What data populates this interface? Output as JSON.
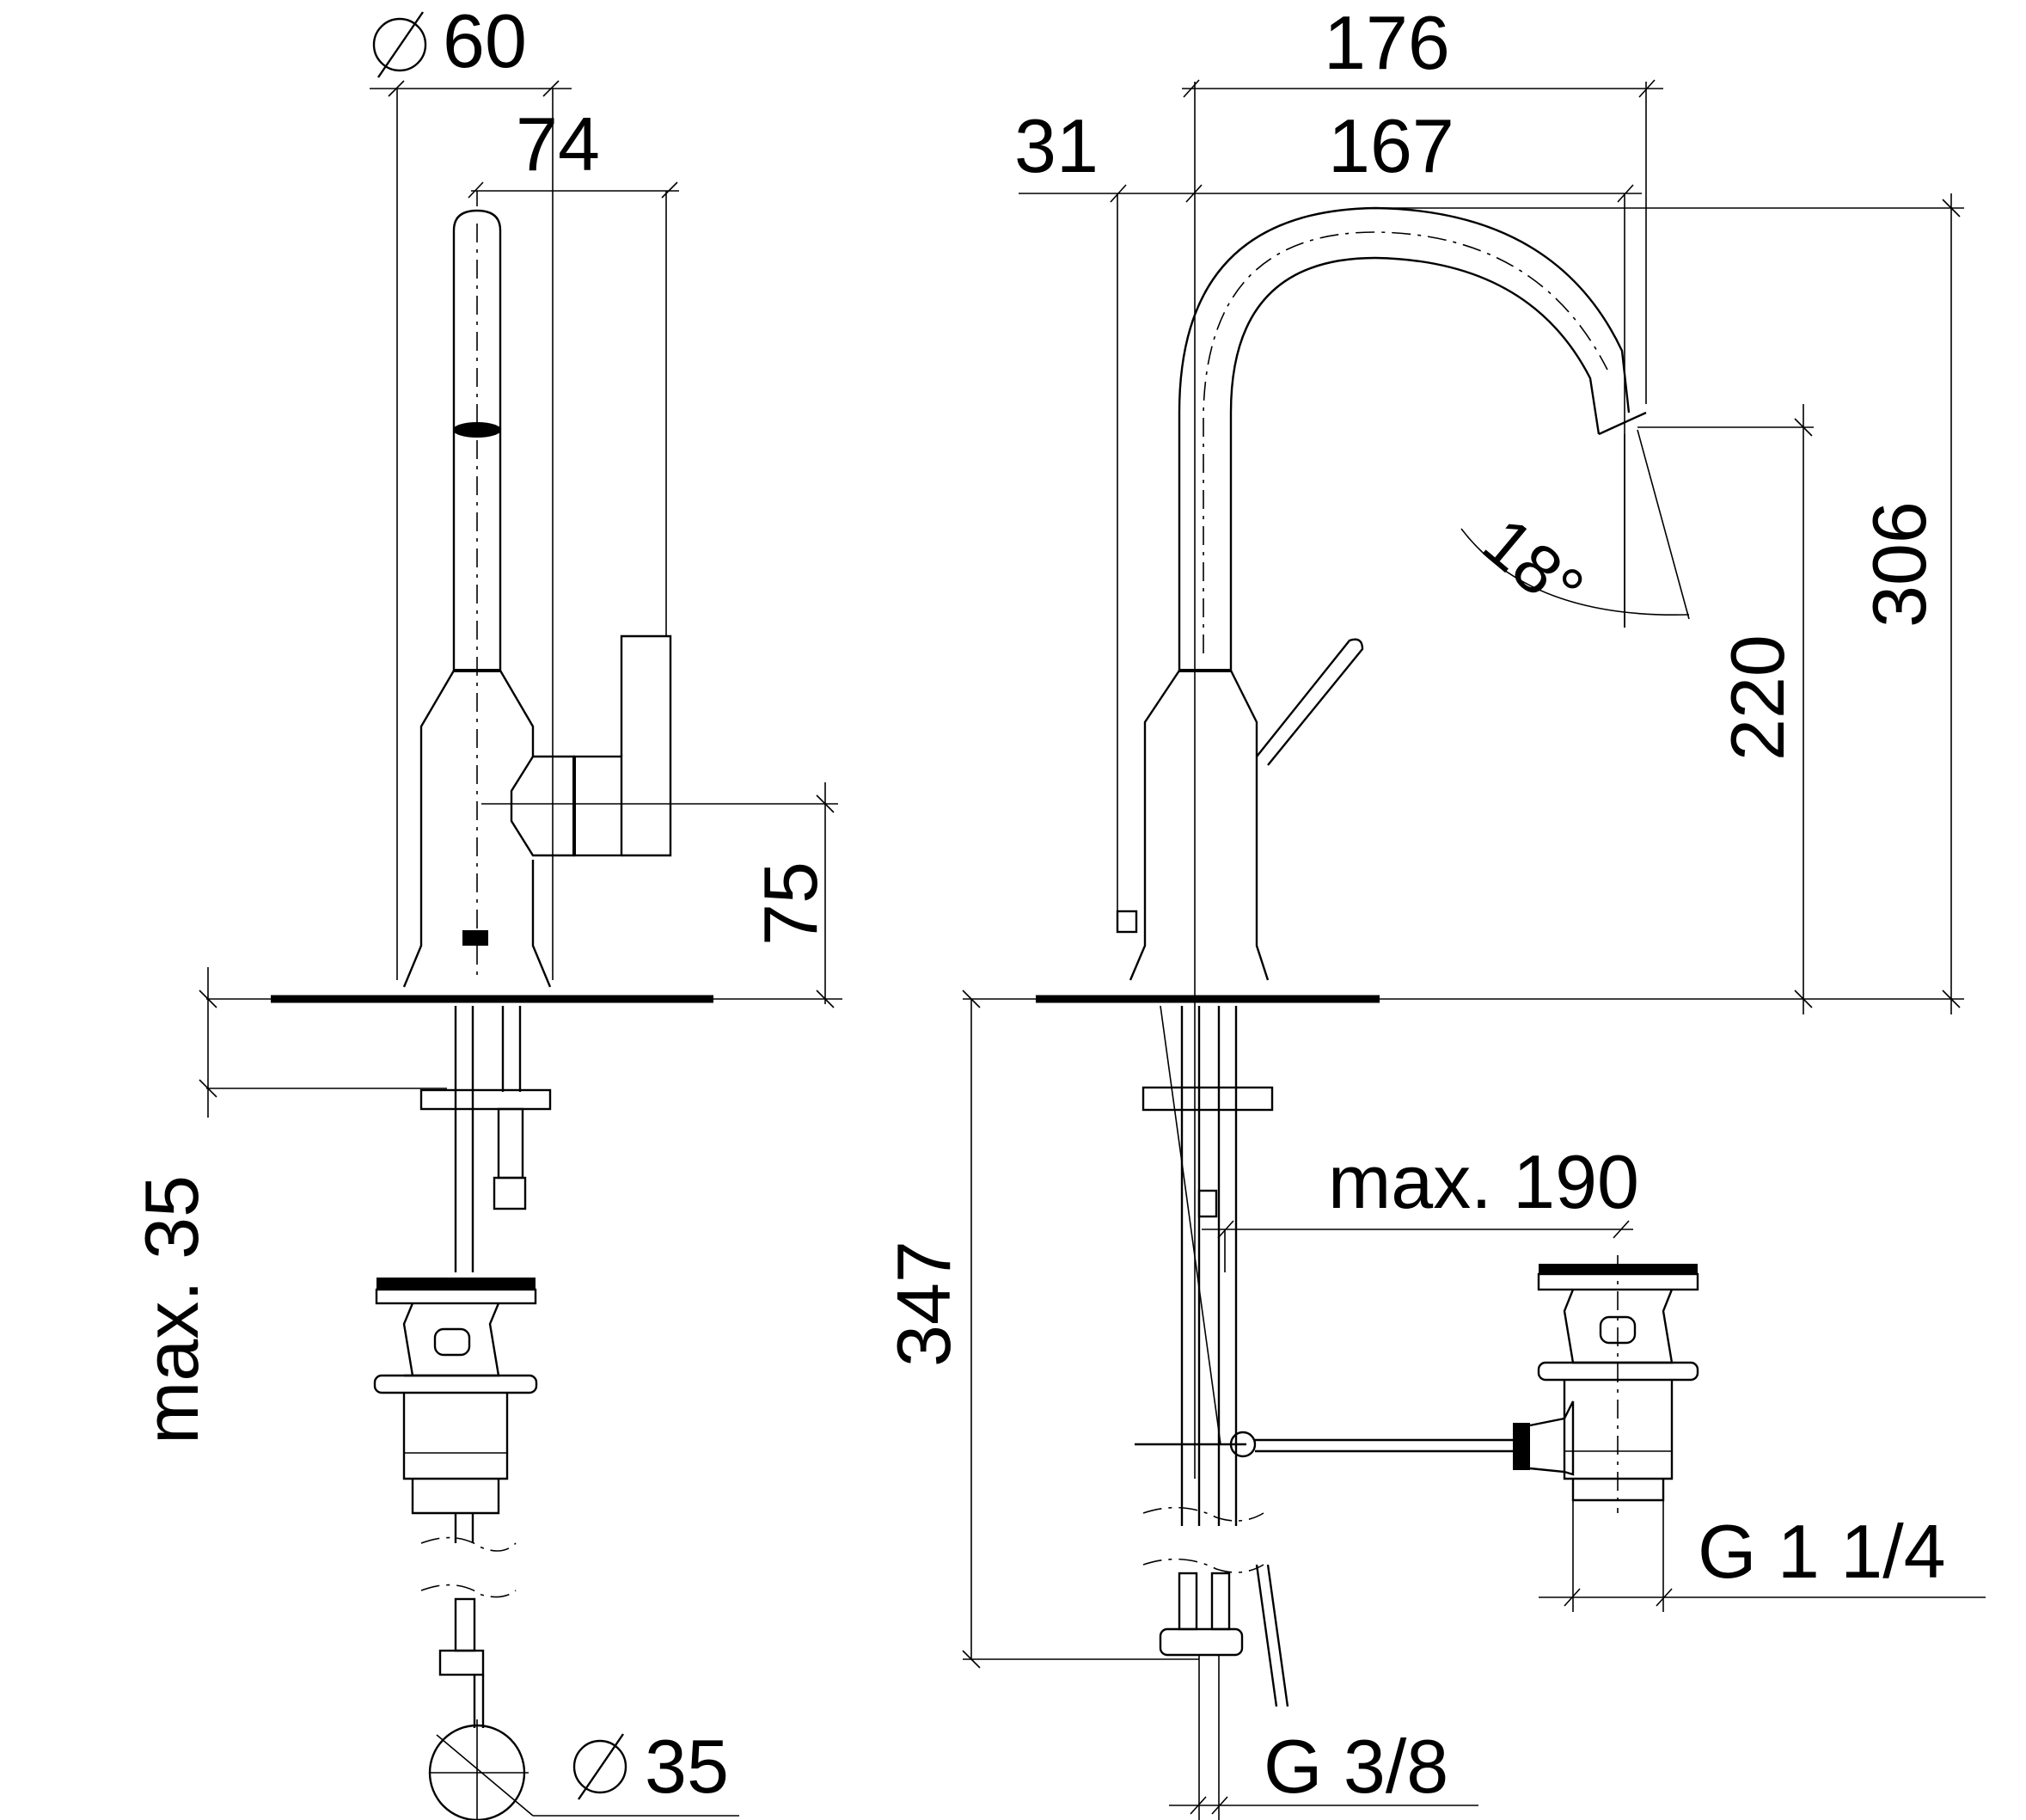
{
  "drawing": {
    "side_view": {
      "dim_diameter_spout": "60",
      "dim_lever_depth": "74",
      "dim_lever_height": "75",
      "dim_counter_thickness": "max. 35",
      "dim_hole_diameter": "35"
    },
    "front_view": {
      "dim_total_reach": "176",
      "dim_spout_reach": "167",
      "dim_spout_offset": "31",
      "dim_spout_angle": "18°",
      "dim_outlet_height": "220",
      "dim_total_height": "306",
      "dim_under_counter": "347",
      "dim_waste_distance": "max. 190",
      "thread_waste": "G 1 1/4",
      "thread_supply": "G 3/8"
    }
  }
}
